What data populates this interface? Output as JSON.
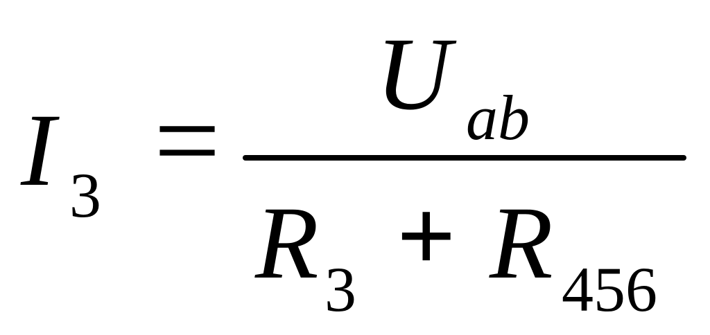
{
  "formula": {
    "lhs": {
      "symbol": "I",
      "subscript": "3"
    },
    "equals": "=",
    "numerator": {
      "symbol": "U",
      "subscript": "ab"
    },
    "denominator": {
      "term1": {
        "symbol": "R",
        "subscript": "3"
      },
      "operator": "+",
      "term2": {
        "symbol": "R",
        "subscript": "456"
      }
    }
  }
}
